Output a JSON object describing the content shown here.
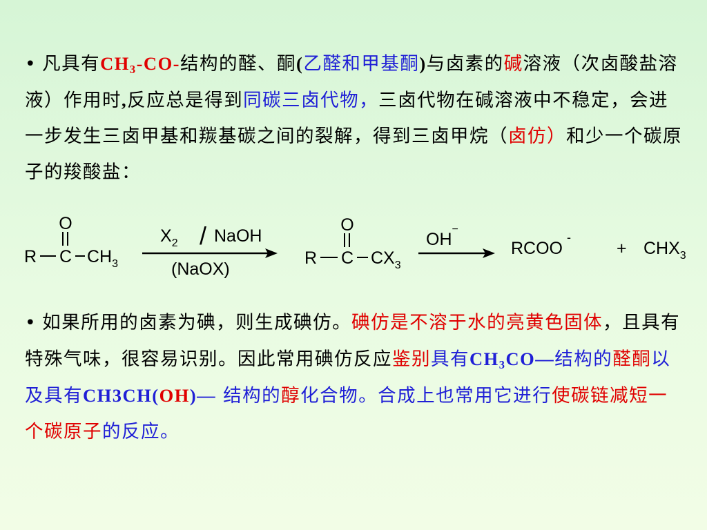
{
  "paragraph1": {
    "bullet": "•",
    "t1": "凡具有",
    "f1_main": "CH",
    "f1_sub": "3",
    "f1_rest": "-CO-",
    "t2": "结构的醛、酮",
    "p_open": "(",
    "t3": "乙醛和甲基酮",
    "p_close": ")",
    "t4": "与卤素的",
    "t5": "碱",
    "t6": "溶液（次卤酸盐溶液）作用时",
    "t7": ",",
    "t8": "反应总是得到",
    "t9": "同碳三卤代物，",
    "t10": "三卤代物在碱溶液中不稳定，会进一步发生三卤甲基和羰基碳之间的裂解，得到三卤甲烷（",
    "t11": "卤仿）",
    "t12": "和少一个碳原子的羧酸盐："
  },
  "reaction": {
    "left_R": "R",
    "left_C": "C",
    "left_CH": "CH",
    "left_CH_sub": "3",
    "left_O": "O",
    "reagent_X": "X",
    "reagent_X_sub": "2",
    "reagent_slash": "/",
    "reagent_NaOH": "NaOH",
    "reagent_below": "(NaOX)",
    "mid_R": "R",
    "mid_C": "C",
    "mid_CX": "CX",
    "mid_CX_sub": "3",
    "mid_O": "O",
    "reagent2": "OH",
    "reagent2_sup": "−",
    "product1": "RCOO",
    "product1_sup": "-",
    "plus": "+",
    "product2": "CHX",
    "product2_sub": "3"
  },
  "paragraph2": {
    "bullet": "•",
    "t1": "如果所用的卤素为碘，则生成碘仿。",
    "t2": "碘仿是不溶于水的亮黄色固体",
    "t3": "，且具有特殊气味，很容易识别。因此常用碘仿反应",
    "t4": "鉴别",
    "t5": "具有",
    "f1_main": "CH",
    "f1_sub": "3",
    "f1_rest": "CO—",
    "t6": "结构的",
    "t7": "醛酮",
    "t8": "以及具有",
    "f2": "CH3CH(",
    "f2_oh": "OH",
    "f2_rest": ")—",
    "t9": "  结构的",
    "t10": "醇",
    "t11": "化合物。合成上也常用它进行",
    "t12": "使碳链减短一个碳原子",
    "t13": "的反应。"
  },
  "colors": {
    "red": "#e00000",
    "blue": "#1f1fd6",
    "background": "#dff7dc"
  }
}
